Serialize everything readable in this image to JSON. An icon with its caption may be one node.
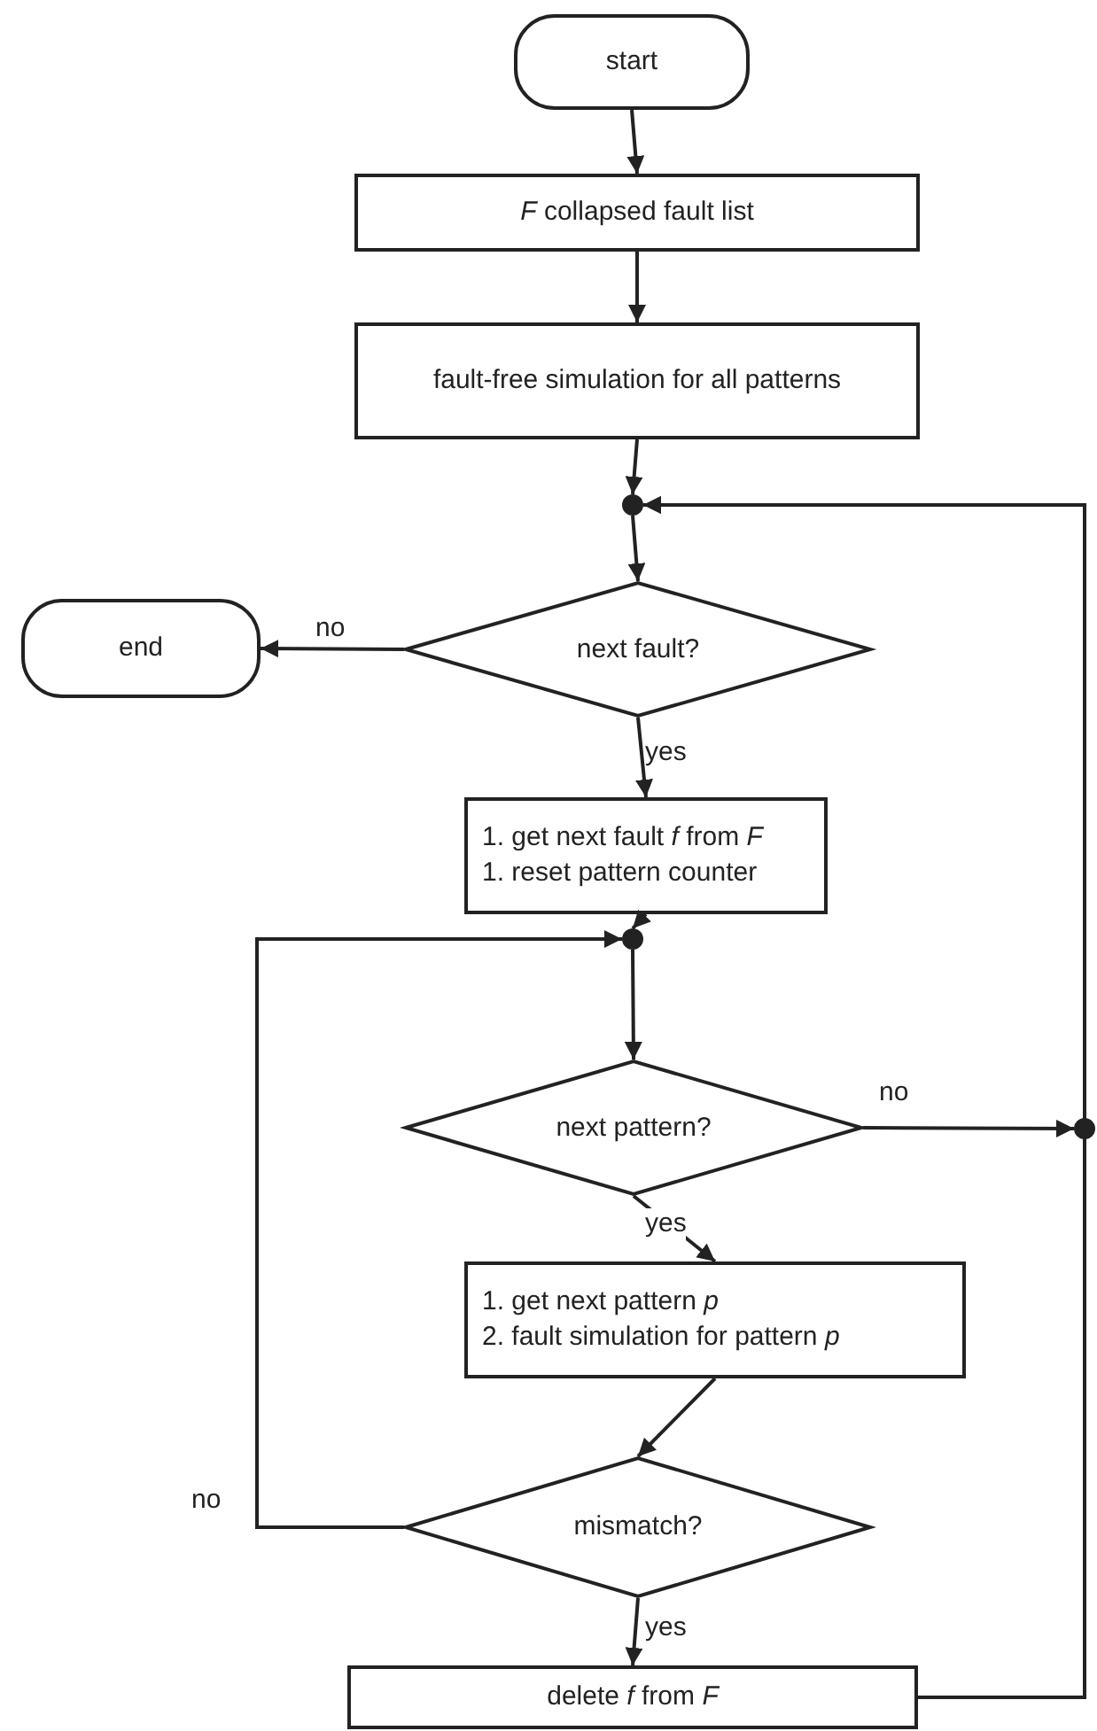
{
  "diagram": {
    "nodes": [
      {
        "text": [
          "start"
        ]
      },
      {
        "text": [
          "*F* collapsed fault list"
        ]
      },
      {
        "text": [
          "fault-free simulation for all patterns"
        ]
      },
      {
        "text": [],
        "shape": "circle"
      },
      {
        "text": [
          "next fault?"
        ]
      },
      {
        "text": [
          "end"
        ]
      },
      {
        "text": [
          "1. get next fault *f* from *F*",
          "1. reset pattern counter"
        ]
      },
      {
        "text": [],
        "shape": "circle"
      },
      {
        "text": [
          "next pattern?"
        ]
      },
      {
        "text": [],
        "shape": "circle"
      },
      {
        "text": [
          "1. get next pattern *p*",
          "2. fault simulation for pattern *p*"
        ]
      },
      {
        "text": [
          "mismatch?"
        ]
      },
      {
        "text": [
          "delete *f* from *F*"
        ]
      }
    ],
    "edges": [
      {
        "from": 0,
        "to": 1,
        "arrow": "to"
      },
      {
        "from": 1,
        "to": 2,
        "arrow": "to"
      },
      {
        "from": 2,
        "to": 3,
        "arrow": "to"
      },
      {
        "from": 3,
        "to": 4,
        "arrow": "to"
      },
      {
        "from": 4,
        "to": 5,
        "arrow": "to",
        "label": "no"
      },
      {
        "from": 4,
        "to": 6,
        "arrow": "to",
        "label": "yes"
      },
      {
        "from": 6,
        "to": 7,
        "arrow": "to"
      },
      {
        "from": 7,
        "to": 8,
        "arrow": "to"
      },
      {
        "from": 8,
        "to": 9,
        "arrow": "to",
        "label": "no"
      },
      {
        "from": 8,
        "to": 10,
        "arrow": "to",
        "label": "yes"
      },
      {
        "from": 10,
        "to": 11,
        "arrow": "to"
      },
      {
        "from": 11,
        "to": 7,
        "arrow": "to",
        "label": "no"
      },
      {
        "from": 11,
        "to": 12,
        "arrow": "to",
        "label": "yes"
      },
      {
        "from": 12,
        "to": 3,
        "arrow": "to"
      },
      {
        "from": 9,
        "to": 3,
        "arrow": "to"
      }
    ]
  }
}
